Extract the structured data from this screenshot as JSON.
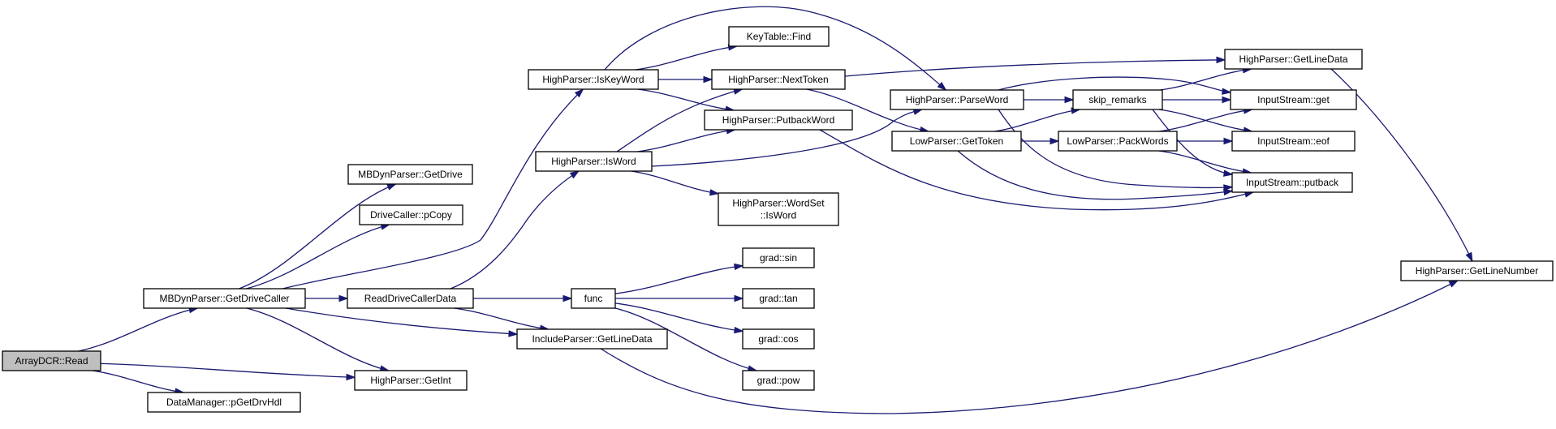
{
  "colors": {
    "edge": "#191970",
    "node_fill": "#ffffff",
    "root_fill": "#bfbfbf",
    "node_stroke": "#000000"
  },
  "nodes": [
    {
      "id": "ArrayDCR_Read",
      "lines": [
        "ArrayDCR::Read"
      ],
      "root": true
    },
    {
      "id": "MBDynParser_GetDriveCaller",
      "lines": [
        "MBDynParser::GetDriveCaller"
      ]
    },
    {
      "id": "HighParser_GetInt",
      "lines": [
        "HighParser::GetInt"
      ]
    },
    {
      "id": "DataManager_pGetDrvHdl",
      "lines": [
        "DataManager::pGetDrvHdl"
      ]
    },
    {
      "id": "MBDynParser_GetDrive",
      "lines": [
        "MBDynParser::GetDrive"
      ]
    },
    {
      "id": "DriveCaller_pCopy",
      "lines": [
        "DriveCaller::pCopy"
      ]
    },
    {
      "id": "HighParser_IsKeyWord",
      "lines": [
        "HighParser::IsKeyWord"
      ]
    },
    {
      "id": "ReadDriveCallerData",
      "lines": [
        "ReadDriveCallerData"
      ]
    },
    {
      "id": "IncludeParser_GetLineData",
      "lines": [
        "IncludeParser::GetLineData"
      ]
    },
    {
      "id": "HighParser_IsWord",
      "lines": [
        "HighParser::IsWord"
      ]
    },
    {
      "id": "func",
      "lines": [
        "func"
      ]
    },
    {
      "id": "KeyTable_Find",
      "lines": [
        "KeyTable::Find"
      ]
    },
    {
      "id": "HighParser_NextToken",
      "lines": [
        "HighParser::NextToken"
      ]
    },
    {
      "id": "HighParser_PutbackWord",
      "lines": [
        "HighParser::PutbackWord"
      ]
    },
    {
      "id": "HighParser_WordSet_IsWord",
      "lines": [
        "HighParser::WordSet",
        "::IsWord"
      ]
    },
    {
      "id": "grad_sin",
      "lines": [
        "grad::sin"
      ]
    },
    {
      "id": "grad_tan",
      "lines": [
        "grad::tan"
      ]
    },
    {
      "id": "grad_cos",
      "lines": [
        "grad::cos"
      ]
    },
    {
      "id": "grad_pow",
      "lines": [
        "grad::pow"
      ]
    },
    {
      "id": "HighParser_ParseWord",
      "lines": [
        "HighParser::ParseWord"
      ]
    },
    {
      "id": "LowParser_GetToken",
      "lines": [
        "LowParser::GetToken"
      ]
    },
    {
      "id": "skip_remarks",
      "lines": [
        "skip_remarks"
      ]
    },
    {
      "id": "LowParser_PackWords",
      "lines": [
        "LowParser::PackWords"
      ]
    },
    {
      "id": "HighParser_GetLineData",
      "lines": [
        "HighParser::GetLineData"
      ]
    },
    {
      "id": "InputStream_get",
      "lines": [
        "InputStream::get"
      ]
    },
    {
      "id": "InputStream_eof",
      "lines": [
        "InputStream::eof"
      ]
    },
    {
      "id": "InputStream_putback",
      "lines": [
        "InputStream::putback"
      ]
    },
    {
      "id": "HighParser_GetLineNumber",
      "lines": [
        "HighParser::GetLineNumber"
      ]
    }
  ],
  "edges": [
    {
      "from": "ArrayDCR_Read",
      "to": "MBDynParser_GetDriveCaller"
    },
    {
      "from": "ArrayDCR_Read",
      "to": "HighParser_GetInt"
    },
    {
      "from": "ArrayDCR_Read",
      "to": "DataManager_pGetDrvHdl"
    },
    {
      "from": "MBDynParser_GetDriveCaller",
      "to": "MBDynParser_GetDrive"
    },
    {
      "from": "MBDynParser_GetDriveCaller",
      "to": "DriveCaller_pCopy"
    },
    {
      "from": "MBDynParser_GetDriveCaller",
      "to": "HighParser_IsKeyWord"
    },
    {
      "from": "MBDynParser_GetDriveCaller",
      "to": "ReadDriveCallerData"
    },
    {
      "from": "MBDynParser_GetDriveCaller",
      "to": "IncludeParser_GetLineData"
    },
    {
      "from": "MBDynParser_GetDriveCaller",
      "to": "HighParser_GetInt"
    },
    {
      "from": "ReadDriveCallerData",
      "to": "HighParser_IsWord"
    },
    {
      "from": "ReadDriveCallerData",
      "to": "func"
    },
    {
      "from": "ReadDriveCallerData",
      "to": "IncludeParser_GetLineData"
    },
    {
      "from": "HighParser_IsKeyWord",
      "to": "KeyTable_Find"
    },
    {
      "from": "HighParser_IsKeyWord",
      "to": "HighParser_NextToken"
    },
    {
      "from": "HighParser_IsKeyWord",
      "to": "HighParser_PutbackWord"
    },
    {
      "from": "HighParser_IsKeyWord",
      "to": "HighParser_ParseWord"
    },
    {
      "from": "HighParser_IsWord",
      "to": "HighParser_NextToken"
    },
    {
      "from": "HighParser_IsWord",
      "to": "HighParser_PutbackWord"
    },
    {
      "from": "HighParser_IsWord",
      "to": "HighParser_WordSet_IsWord"
    },
    {
      "from": "HighParser_IsWord",
      "to": "HighParser_ParseWord"
    },
    {
      "from": "func",
      "to": "grad_sin"
    },
    {
      "from": "func",
      "to": "grad_tan"
    },
    {
      "from": "func",
      "to": "grad_cos"
    },
    {
      "from": "func",
      "to": "grad_pow"
    },
    {
      "from": "IncludeParser_GetLineData",
      "to": "HighParser_GetLineNumber"
    },
    {
      "from": "HighParser_NextToken",
      "to": "HighParser_GetLineData"
    },
    {
      "from": "HighParser_NextToken",
      "to": "LowParser_GetToken"
    },
    {
      "from": "HighParser_PutbackWord",
      "to": "InputStream_putback"
    },
    {
      "from": "HighParser_ParseWord",
      "to": "skip_remarks"
    },
    {
      "from": "HighParser_ParseWord",
      "to": "InputStream_get"
    },
    {
      "from": "HighParser_ParseWord",
      "to": "InputStream_putback"
    },
    {
      "from": "LowParser_GetToken",
      "to": "skip_remarks"
    },
    {
      "from": "LowParser_GetToken",
      "to": "LowParser_PackWords"
    },
    {
      "from": "LowParser_GetToken",
      "to": "InputStream_putback"
    },
    {
      "from": "skip_remarks",
      "to": "HighParser_GetLineData"
    },
    {
      "from": "skip_remarks",
      "to": "InputStream_get"
    },
    {
      "from": "skip_remarks",
      "to": "InputStream_eof"
    },
    {
      "from": "skip_remarks",
      "to": "InputStream_putback"
    },
    {
      "from": "LowParser_PackWords",
      "to": "InputStream_get"
    },
    {
      "from": "LowParser_PackWords",
      "to": "InputStream_eof"
    },
    {
      "from": "LowParser_PackWords",
      "to": "InputStream_putback"
    },
    {
      "from": "HighParser_GetLineData",
      "to": "HighParser_GetLineNumber"
    }
  ]
}
